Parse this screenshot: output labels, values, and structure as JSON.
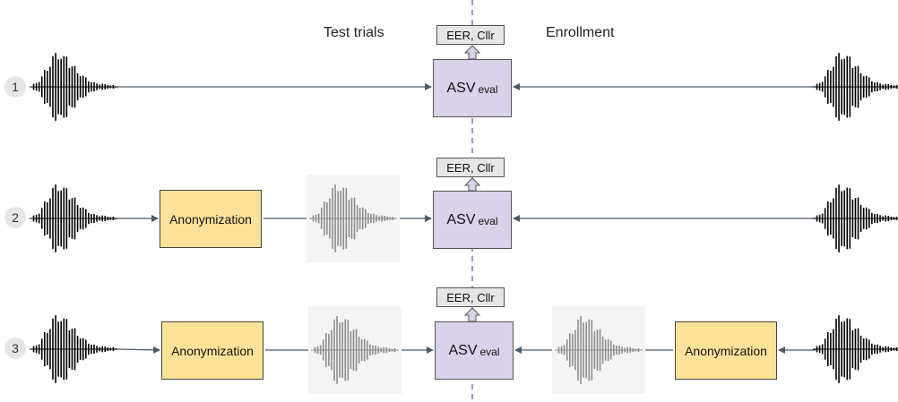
{
  "headers": {
    "test": "Test trials",
    "enroll": "Enrollment"
  },
  "rows": [
    {
      "number": "1",
      "metric": "EER, Cllr",
      "asv_main": "ASV",
      "asv_sub": "eval"
    },
    {
      "number": "2",
      "metric": "EER, Cllr",
      "asv_main": "ASV",
      "asv_sub": "eval",
      "anon_test": "Anonymization"
    },
    {
      "number": "3",
      "metric": "EER, Cllr",
      "asv_main": "ASV",
      "asv_sub": "eval",
      "anon_test": "Anonymization",
      "anon_enroll": "Anonymization"
    }
  ],
  "colors": {
    "asv_fill": "#d9d2ea",
    "anon_fill": "#ffe299",
    "metric_fill": "#e6e6e6",
    "waveform_original": "#000000",
    "waveform_anonymized": "#8c8c8c",
    "divider": "#6b4fa0",
    "line": "#4a5a6a"
  }
}
